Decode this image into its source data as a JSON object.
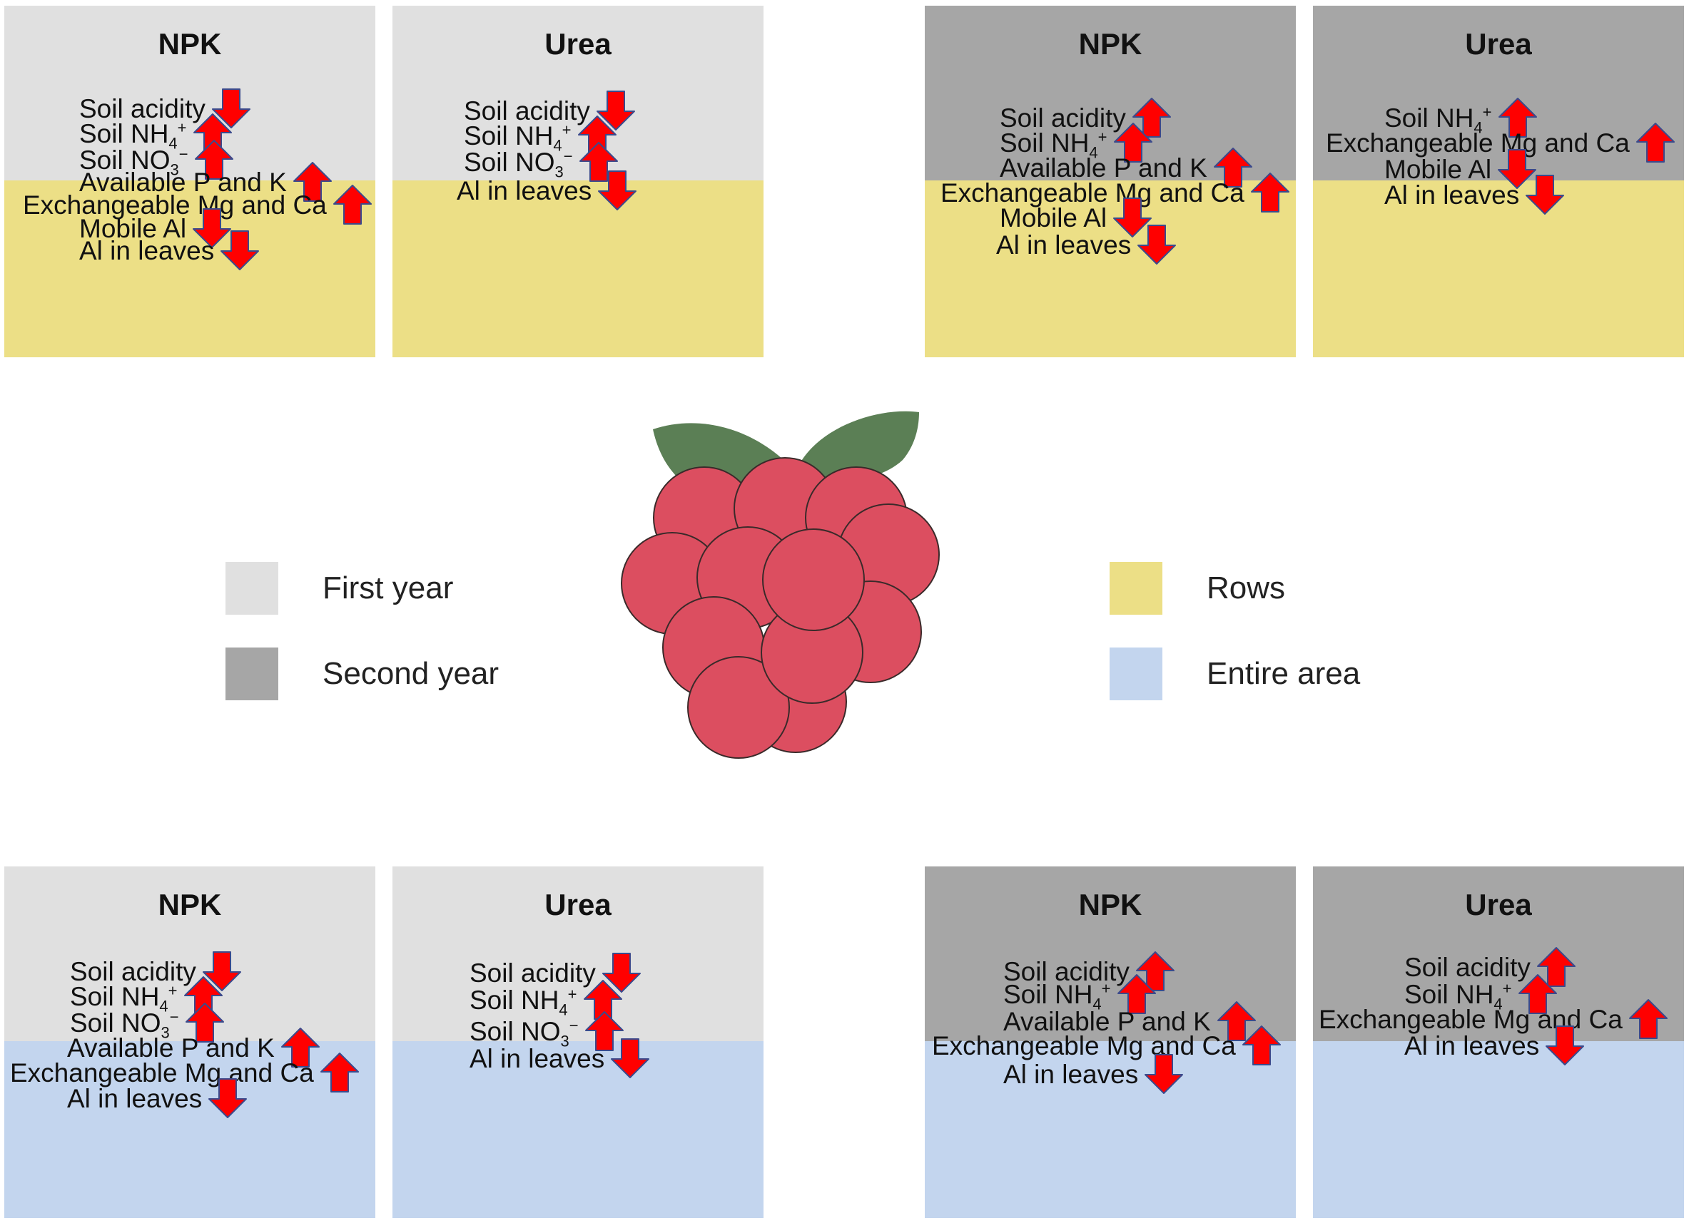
{
  "colors": {
    "first_year": "#e0e0e0",
    "second_year": "#a6a6a6",
    "rows": "#ecdf86",
    "entire_area": "#c3d5ee",
    "arrow_fill": "#ff0000",
    "arrow_stroke": "#3b4a8c",
    "berry_fill": "#dc4e60",
    "leaf_fill": "#5b7f55"
  },
  "panels": [
    {
      "title": "NPK",
      "year": "First year",
      "area": "Rows",
      "items": [
        {
          "label": "Soil acidity",
          "direction": "down"
        },
        {
          "label": "Soil NH",
          "sub": "4",
          "sup": "+",
          "direction": "up"
        },
        {
          "label": "Soil NO",
          "sub": "3",
          "sup": "−",
          "direction": "up"
        },
        {
          "label": "Available P and K",
          "direction": "up"
        },
        {
          "label": "Exchangeable Mg and Ca",
          "direction": "up"
        },
        {
          "label": "Mobile Al",
          "direction": "down"
        },
        {
          "label": "Al in leaves",
          "direction": "down"
        }
      ]
    },
    {
      "title": "Urea",
      "year": "First year",
      "area": "Rows",
      "items": [
        {
          "label": "Soil acidity",
          "direction": "down"
        },
        {
          "label": "Soil NH",
          "sub": "4",
          "sup": "+",
          "direction": "up"
        },
        {
          "label": "Soil NO",
          "sub": "3",
          "sup": "−",
          "direction": "up"
        },
        {
          "label": "Al in leaves",
          "direction": "down"
        }
      ]
    },
    {
      "title": "NPK",
      "year": "Second year",
      "area": "Rows",
      "items": [
        {
          "label": "Soil acidity",
          "direction": "up"
        },
        {
          "label": "Soil NH",
          "sub": "4",
          "sup": "+",
          "direction": "up"
        },
        {
          "label": "Available P and K",
          "direction": "up"
        },
        {
          "label": "Exchangeable Mg and Ca",
          "direction": "up"
        },
        {
          "label": "Mobile Al",
          "direction": "down"
        },
        {
          "label": "Al in leaves",
          "direction": "down"
        }
      ]
    },
    {
      "title": "Urea",
      "year": "Second year",
      "area": "Rows",
      "items": [
        {
          "label": "Soil NH",
          "sub": "4",
          "sup": "+",
          "direction": "up"
        },
        {
          "label": "Exchangeable Mg and Ca",
          "direction": "up"
        },
        {
          "label": "Mobile Al",
          "direction": "down"
        },
        {
          "label": "Al in leaves",
          "direction": "down"
        }
      ]
    },
    {
      "title": "NPK",
      "year": "First year",
      "area": "Entire area",
      "items": [
        {
          "label": "Soil acidity",
          "direction": "down"
        },
        {
          "label": "Soil NH",
          "sub": "4",
          "sup": "+",
          "direction": "up"
        },
        {
          "label": "Soil NO",
          "sub": "3",
          "sup": "−",
          "direction": "up"
        },
        {
          "label": "Available P and K",
          "direction": "up"
        },
        {
          "label": "Exchangeable Mg and Ca",
          "direction": "up"
        },
        {
          "label": "Al in leaves",
          "direction": "down"
        }
      ]
    },
    {
      "title": "Urea",
      "year": "First year",
      "area": "Entire area",
      "items": [
        {
          "label": "Soil acidity",
          "direction": "down"
        },
        {
          "label": "Soil NH",
          "sub": "4",
          "sup": "+",
          "direction": "up"
        },
        {
          "label": "Soil NO",
          "sub": "3",
          "sup": "−",
          "direction": "up"
        },
        {
          "label": "Al in leaves",
          "direction": "down"
        }
      ]
    },
    {
      "title": "NPK",
      "year": "Second year",
      "area": "Entire area",
      "items": [
        {
          "label": "Soil acidity",
          "direction": "up"
        },
        {
          "label": "Soil NH",
          "sub": "4",
          "sup": "+",
          "direction": "up"
        },
        {
          "label": "Available P and K",
          "direction": "up"
        },
        {
          "label": "Exchangeable Mg and Ca",
          "direction": "up"
        },
        {
          "label": "Al in leaves",
          "direction": "down"
        }
      ]
    },
    {
      "title": "Urea",
      "year": "Second year",
      "area": "Entire area",
      "items": [
        {
          "label": "Soil acidity",
          "direction": "up"
        },
        {
          "label": "Soil NH",
          "sub": "4",
          "sup": "+",
          "direction": "up"
        },
        {
          "label": "Exchangeable Mg and Ca",
          "direction": "up"
        },
        {
          "label": "Al in leaves",
          "direction": "down"
        }
      ]
    }
  ],
  "legend": {
    "first_year": "First year",
    "second_year": "Second year",
    "rows": "Rows",
    "entire_area": "Entire area"
  }
}
